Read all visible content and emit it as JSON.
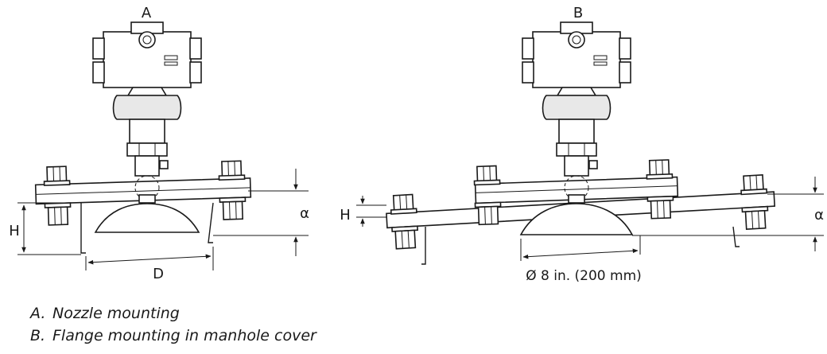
{
  "figure": {
    "label_a": "A",
    "label_b": "B",
    "dim_h": "H",
    "dim_d": "D",
    "dim_alpha": "α",
    "dim_diameter": "Ø 8 in. (200 mm)"
  },
  "legend": [
    {
      "letter": "A.",
      "text": "Nozzle mounting"
    },
    {
      "letter": "B.",
      "text": "Flange mounting in manhole cover"
    }
  ]
}
